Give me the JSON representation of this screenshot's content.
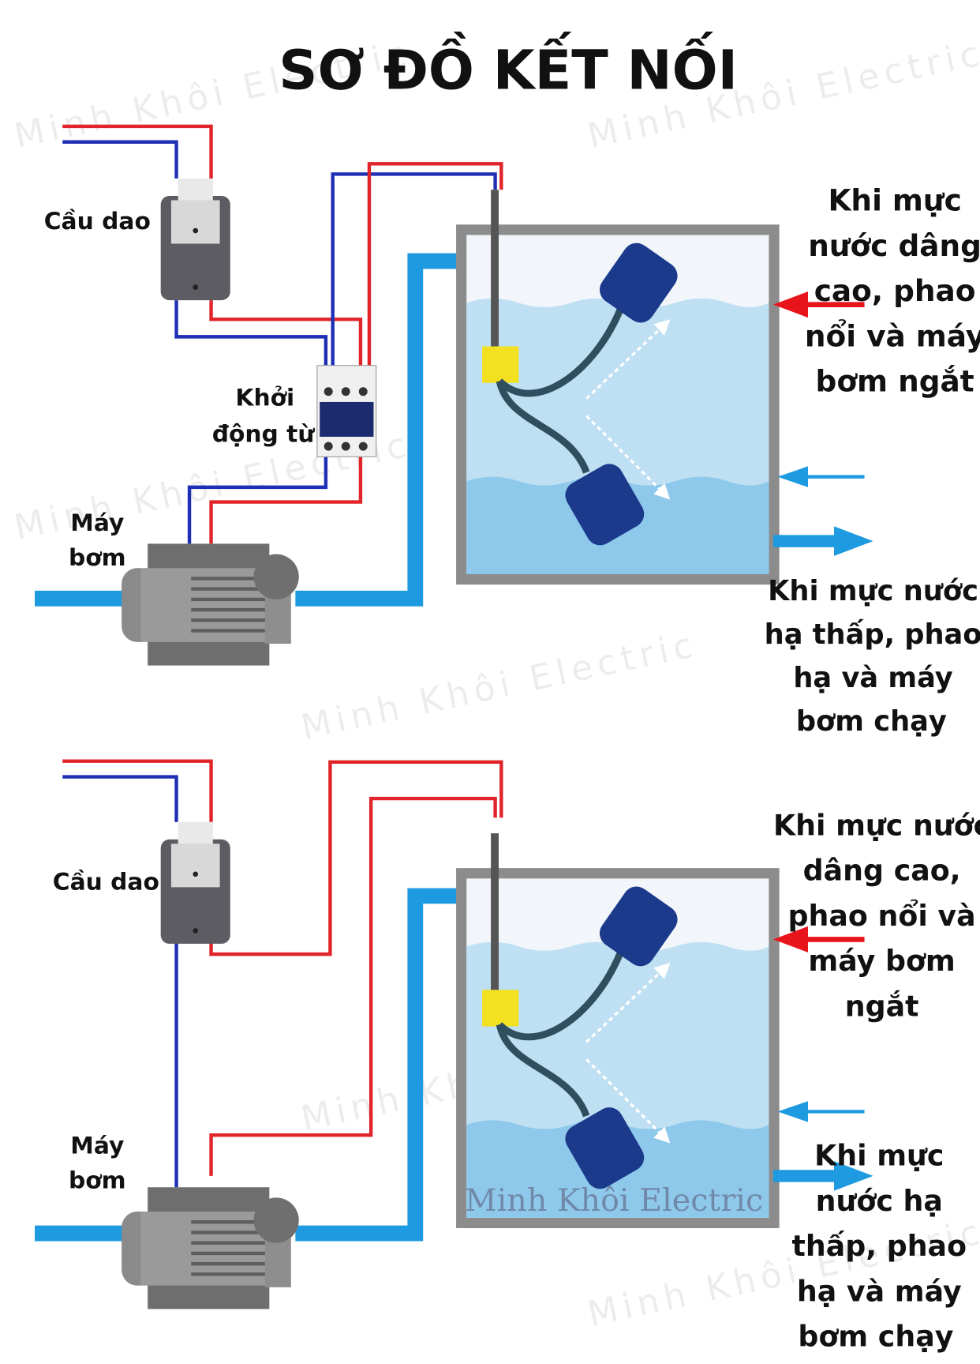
{
  "title": "SƠ ĐỒ KẾT NỐI",
  "watermark": "Minh Khôi Electric",
  "colors": {
    "live_wire": "#e0242a",
    "neutral_wire": "#1f2fb5",
    "pipe": "#1e9be0",
    "water_light": "#bfe0f3",
    "water_deep": "#8ec9ec",
    "tank_wall": "#8c8c8c",
    "float": "#1b3a8c",
    "float_ring": "#f2e021",
    "arrow_red": "#e8141c"
  },
  "top": {
    "breaker_label": "Cầu dao",
    "contactor_label": [
      "Khởi",
      "động từ"
    ],
    "pump_label": [
      "Máy",
      "bơm"
    ],
    "high_note": [
      "Khi mực",
      "nước dâng",
      "cao, phao",
      "nổi và máy",
      "bơm ngắt"
    ],
    "low_note": [
      "Khi mực nước",
      "hạ thấp, phao",
      "hạ và máy",
      "bơm chạy"
    ]
  },
  "bottom": {
    "breaker_label": "Cầu dao",
    "pump_label": [
      "Máy",
      "bơm"
    ],
    "high_note": [
      "Khi mực nước",
      "dâng cao,",
      "phao nổi và",
      "máy bơm",
      "ngắt"
    ],
    "low_note": [
      "Khi mực",
      "nước hạ",
      "thấp, phao",
      "hạ và máy",
      "bơm chạy"
    ],
    "tank_watermark": "Minh Khôi Electric"
  }
}
